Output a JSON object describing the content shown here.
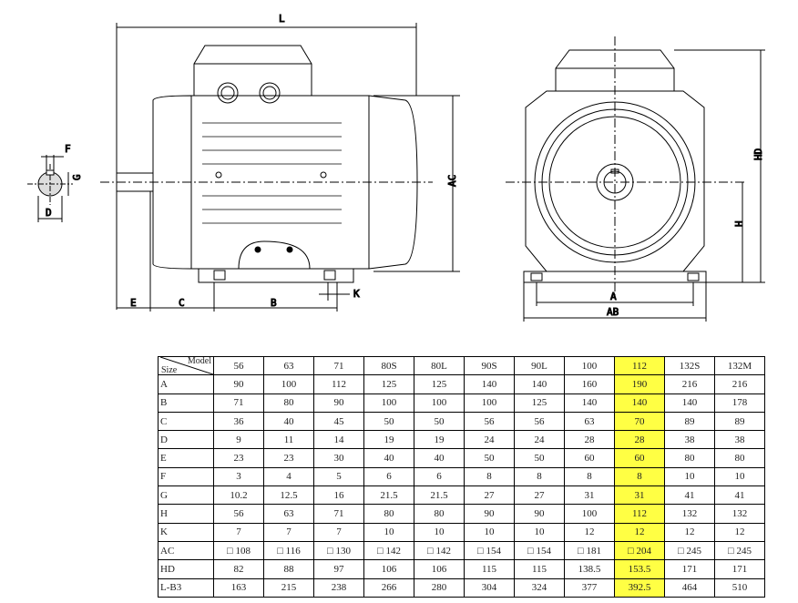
{
  "drawing": {
    "labels": {
      "L": "L",
      "F": "F",
      "G": "G",
      "D": "D",
      "E": "E",
      "C": "C",
      "B": "B",
      "K": "K",
      "AC": "AC",
      "A": "A",
      "AB": "AB",
      "H": "H",
      "HD": "HD"
    }
  },
  "table": {
    "corner_top": "Model",
    "corner_bottom": "Size",
    "highlight_color": "#ffff44",
    "highlight_column": "112",
    "models": [
      "56",
      "63",
      "71",
      "80S",
      "80L",
      "90S",
      "90L",
      "100",
      "112",
      "132S",
      "132M"
    ],
    "rows": [
      {
        "label": "A",
        "values": [
          "90",
          "100",
          "112",
          "125",
          "125",
          "140",
          "140",
          "160",
          "190",
          "216",
          "216"
        ]
      },
      {
        "label": "B",
        "values": [
          "71",
          "80",
          "90",
          "100",
          "100",
          "100",
          "125",
          "140",
          "140",
          "140",
          "178"
        ]
      },
      {
        "label": "C",
        "values": [
          "36",
          "40",
          "45",
          "50",
          "50",
          "56",
          "56",
          "63",
          "70",
          "89",
          "89"
        ]
      },
      {
        "label": "D",
        "values": [
          "9",
          "11",
          "14",
          "19",
          "19",
          "24",
          "24",
          "28",
          "28",
          "38",
          "38"
        ]
      },
      {
        "label": "E",
        "values": [
          "23",
          "23",
          "30",
          "40",
          "40",
          "50",
          "50",
          "60",
          "60",
          "80",
          "80"
        ]
      },
      {
        "label": "F",
        "values": [
          "3",
          "4",
          "5",
          "6",
          "6",
          "8",
          "8",
          "8",
          "8",
          "10",
          "10"
        ]
      },
      {
        "label": "G",
        "values": [
          "10.2",
          "12.5",
          "16",
          "21.5",
          "21.5",
          "27",
          "27",
          "31",
          "31",
          "41",
          "41"
        ]
      },
      {
        "label": "H",
        "values": [
          "56",
          "63",
          "71",
          "80",
          "80",
          "90",
          "90",
          "100",
          "112",
          "132",
          "132"
        ]
      },
      {
        "label": "K",
        "values": [
          "7",
          "7",
          "7",
          "10",
          "10",
          "10",
          "10",
          "12",
          "12",
          "12",
          "12"
        ]
      },
      {
        "label": "AC",
        "values": [
          "□ 108",
          "□ 116",
          "□ 130",
          "□ 142",
          "□ 142",
          "□ 154",
          "□ 154",
          "□ 181",
          "□ 204",
          "□ 245",
          "□ 245"
        ]
      },
      {
        "label": "HD",
        "values": [
          "82",
          "88",
          "97",
          "106",
          "106",
          "115",
          "115",
          "138.5",
          "153.5",
          "171",
          "171"
        ]
      },
      {
        "label": "L-B3",
        "values": [
          "163",
          "215",
          "238",
          "266",
          "280",
          "304",
          "324",
          "377",
          "392.5",
          "464",
          "510"
        ]
      }
    ]
  }
}
